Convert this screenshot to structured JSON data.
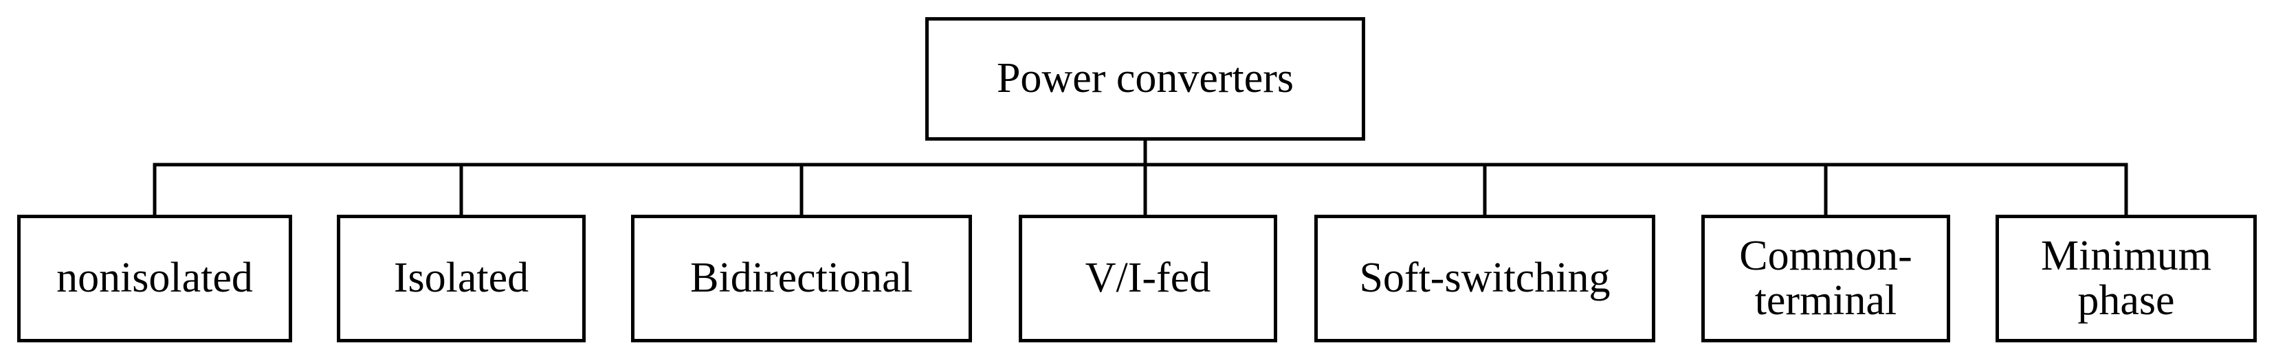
{
  "diagram": {
    "root": {
      "label": "Power converters"
    },
    "children": [
      {
        "label": "nonisolated"
      },
      {
        "label": "Isolated"
      },
      {
        "label": "Bidirectional"
      },
      {
        "label": "V/I-fed"
      },
      {
        "label": "Soft-switching"
      },
      {
        "label": "Common-\nterminal"
      },
      {
        "label": "Minimum\nphase"
      }
    ]
  }
}
